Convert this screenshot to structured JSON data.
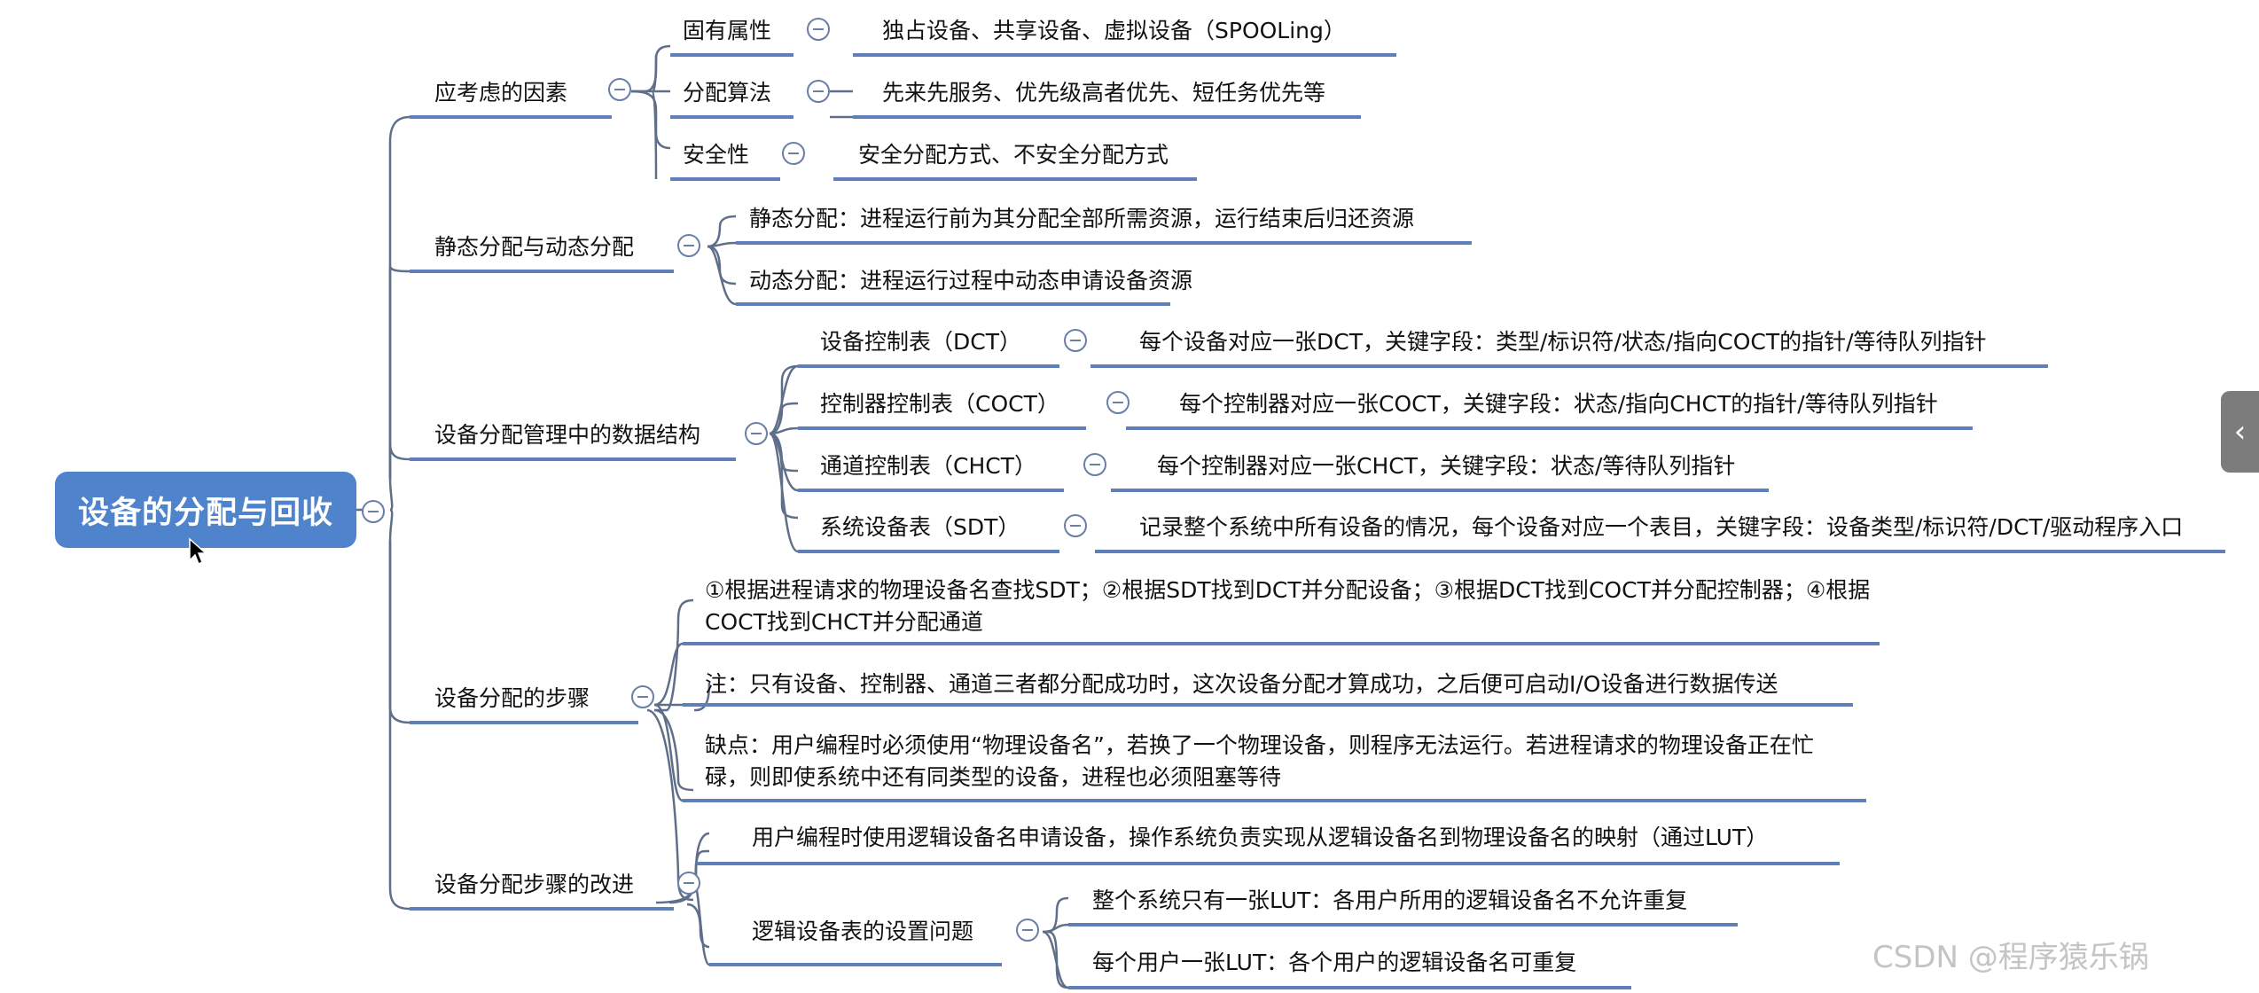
{
  "root": {
    "label": "设备的分配与回收"
  },
  "branches": {
    "factors": {
      "label": "应考虑的因素",
      "items": [
        {
          "label": "固有属性",
          "detail": "独占设备、共享设备、虚拟设备（SPOOLing）"
        },
        {
          "label": "分配算法",
          "detail": "先来先服务、优先级高者优先、短任务优先等"
        },
        {
          "label": "安全性",
          "detail": "安全分配方式、不安全分配方式"
        }
      ]
    },
    "static_dynamic": {
      "label": "静态分配与动态分配",
      "items": [
        "静态分配：进程运行前为其分配全部所需资源，运行结束后归还资源",
        "动态分配：进程运行过程中动态申请设备资源"
      ]
    },
    "data_structures": {
      "label": "设备分配管理中的数据结构",
      "items": [
        {
          "label": "设备控制表（DCT）",
          "detail": "每个设备对应一张DCT，关键字段：类型/标识符/状态/指向COCT的指针/等待队列指针"
        },
        {
          "label": "控制器控制表（COCT）",
          "detail": "每个控制器对应一张COCT，关键字段：状态/指向CHCT的指针/等待队列指针"
        },
        {
          "label": "通道控制表（CHCT）",
          "detail": "每个控制器对应一张CHCT，关键字段：状态/等待队列指针"
        },
        {
          "label": "系统设备表（SDT）",
          "detail": "记录整个系统中所有设备的情况，每个设备对应一个表目，关键字段：设备类型/标识符/DCT/驱动程序入口"
        }
      ]
    },
    "steps": {
      "label": "设备分配的步骤",
      "items": [
        "①根据进程请求的物理设备名查找SDT；②根据SDT找到DCT并分配设备；③根据DCT找到COCT并分配控制器；④根据COCT找到CHCT并分配通道",
        "注：只有设备、控制器、通道三者都分配成功时，这次设备分配才算成功，之后便可启动I/O设备进行数据传送",
        "缺点：用户编程时必须使用“物理设备名”，若换了一个物理设备，则程序无法运行。若进程请求的物理设备正在忙碌，则即使系统中还有同类型的设备，进程也必须阻塞等待"
      ]
    },
    "improvement": {
      "label": "设备分配步骤的改进",
      "text": "用户编程时使用逻辑设备名申请设备，操作系统负责实现从逻辑设备名到物理设备名的映射（通过LUT）",
      "lut": {
        "label": "逻辑设备表的设置问题",
        "items": [
          "整个系统只有一张LUT：各用户所用的逻辑设备名不允许重复",
          "每个用户一张LUT：各个用户的逻辑设备名可重复"
        ]
      }
    }
  },
  "side_tab": {
    "icon": "chevron-left-icon",
    "glyph": "‹"
  },
  "watermark": "CSDN @程序猿乐锅",
  "colors": {
    "root_fill": "#4f84cc",
    "connector": "#5f6f8a",
    "underline": "#5f7fb6",
    "toggle": "#6a7fa8"
  }
}
